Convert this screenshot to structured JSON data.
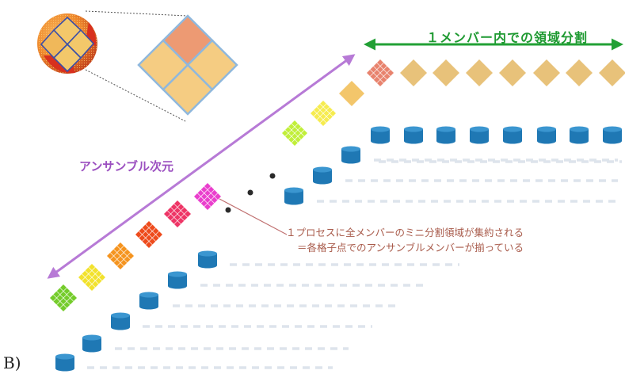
{
  "panel_label": "B)",
  "member_domain_label": "１メンバー内での領域分割",
  "ensemble_dimension_label": "アンサンブル次元",
  "annotation_line1": "１プロセスに全メンバーのミニ分割領域が集約される",
  "annotation_line2": "＝各格子点でのアンサンブルメンバーが揃っている",
  "colors": {
    "member_arrow": "#22a035",
    "ensemble_arrow": "#b77ad6",
    "diamond_tan": "#e8c27a",
    "diamond_highlight": "#e8836e",
    "cylinder": "#1f78b4",
    "dash": "#dde4ec",
    "leader_line": "#c07070",
    "text_annotation": "#a85a4a"
  },
  "ensemble_member_colors": [
    "#74cc2a",
    "#f2e22d",
    "#f5941f",
    "#ee4b1c",
    "#ee3566",
    "#ea3fcd"
  ],
  "upper_member_colors": [
    "#c1ef3a",
    "#f6ec4f",
    "#f3c66b"
  ],
  "icons": [
    "globe-icon",
    "diamond-grid-icon",
    "database-cylinder-icon",
    "ellipsis-dots-icon"
  ]
}
